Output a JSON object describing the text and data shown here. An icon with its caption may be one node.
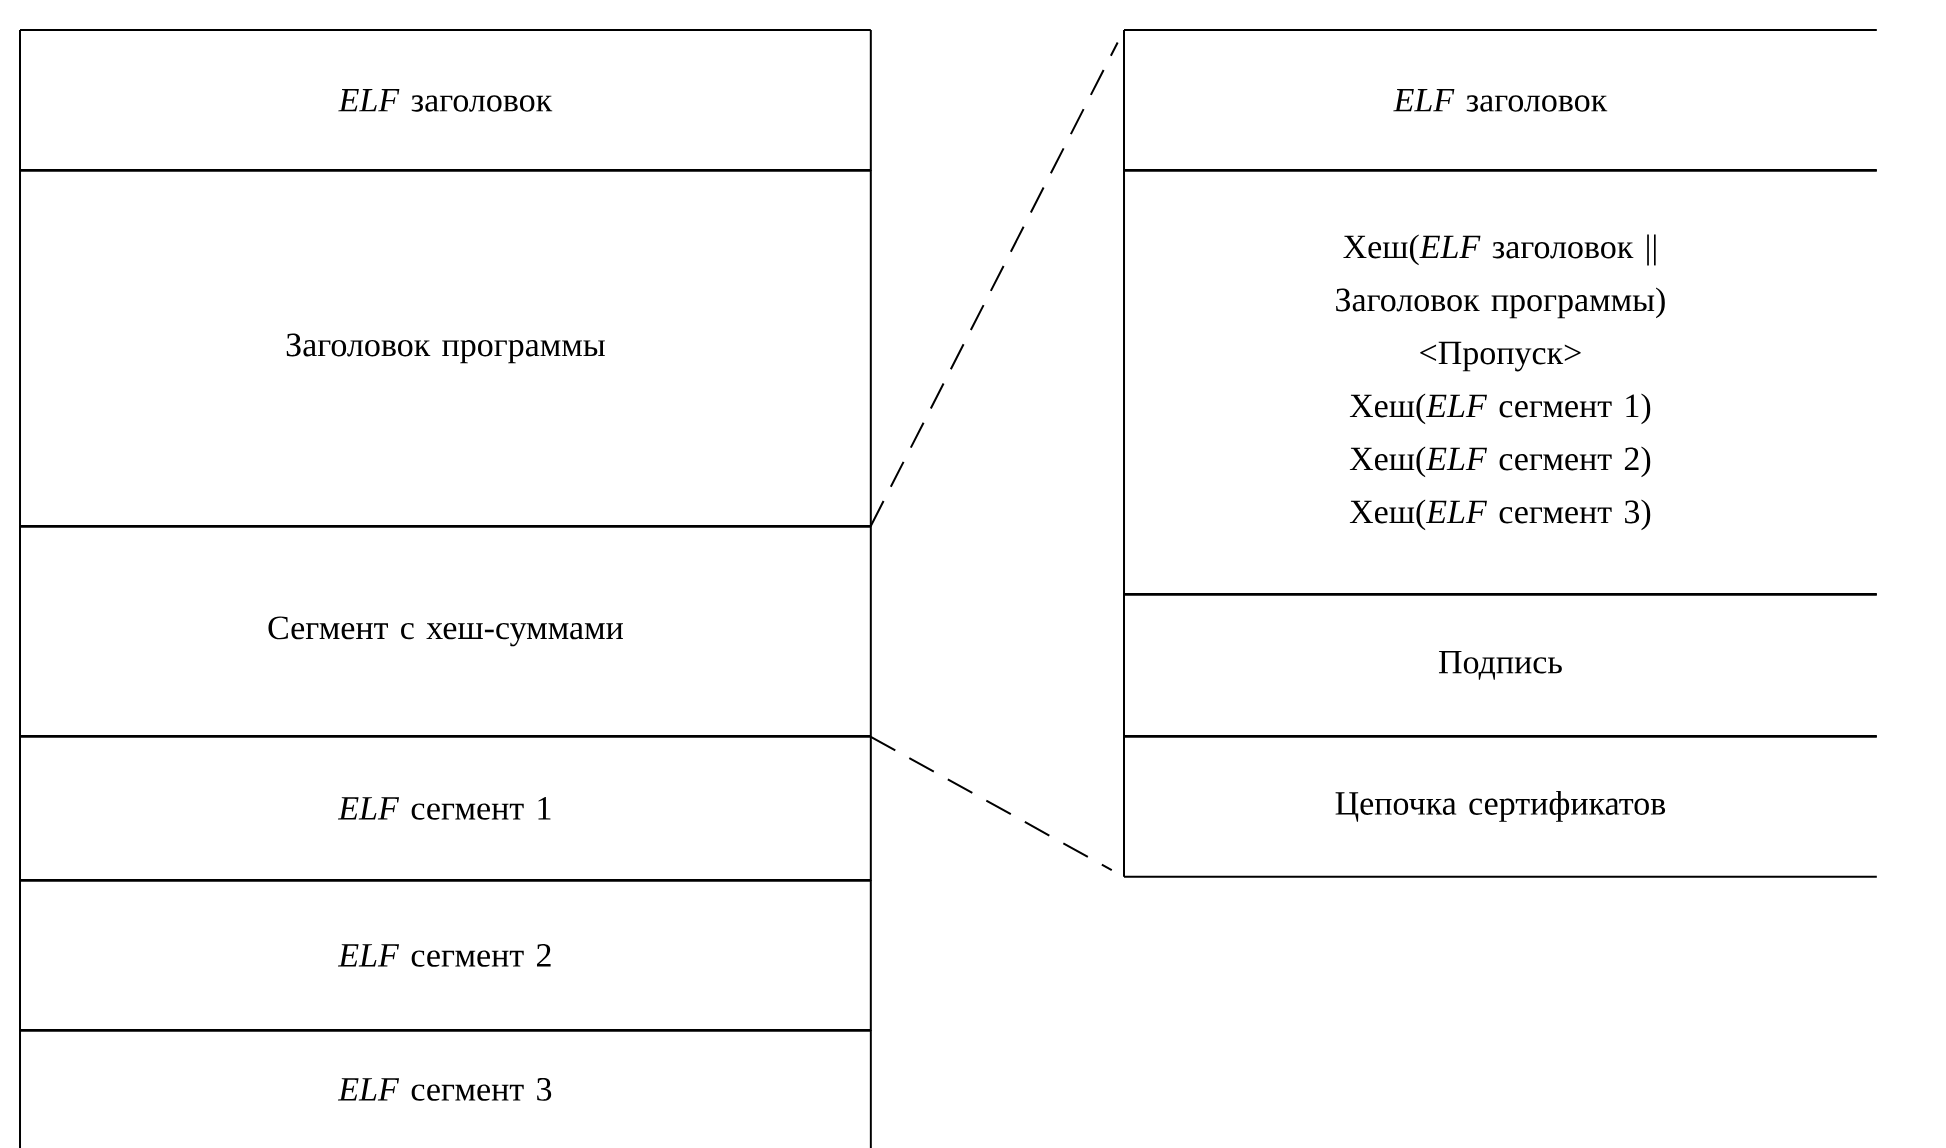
{
  "diagram": {
    "nodes": [
      {
        "text": [
          "*ELF* заголовок"
        ]
      },
      {
        "text": [
          "Заголовок программы"
        ]
      },
      {
        "text": [
          "Сегмент с хеш-суммами"
        ]
      },
      {
        "text": [
          "*ELF* сегмент 1"
        ]
      },
      {
        "text": [
          "*ELF* сегмент 2"
        ]
      },
      {
        "text": [
          "*ELF* сегмент 3"
        ]
      },
      {
        "text": [
          "*ELF* заголовок"
        ]
      },
      {
        "text": [
          "Хеш(*ELF* заголовок || Заголовок программы)",
          "<Пропуск>",
          "Хеш(*ELF* сегмент 1)",
          "Хеш(*ELF* сегмент 2)",
          "Хеш(*ELF* сегмент 3)"
        ]
      },
      {
        "text": [
          "Подпись"
        ]
      },
      {
        "text": [
          "Цепочка сертификатов"
        ]
      }
    ],
    "edges": [
      {
        "from": 2,
        "to": 6,
        "arrow": "none",
        "style": "dashed"
      },
      {
        "from": 2,
        "to": 9,
        "arrow": "none",
        "style": "dashed"
      }
    ]
  }
}
